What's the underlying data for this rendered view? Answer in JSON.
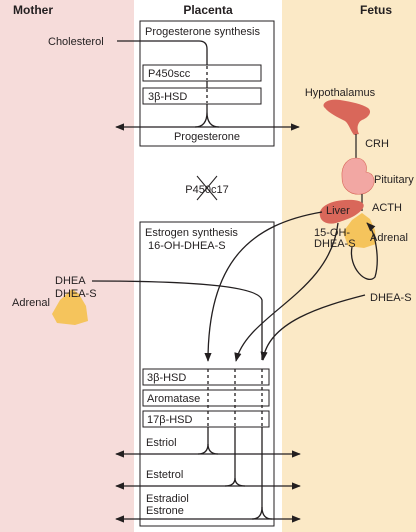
{
  "columns": {
    "mother": "Mother",
    "placenta": "Placenta",
    "fetus": "Fetus"
  },
  "colors": {
    "mother_bg": "#f6dcda",
    "placenta_bg": "#ffffff",
    "fetus_bg": "#fbe9c6",
    "line": "#231f20",
    "organ_red": "#d9675a",
    "organ_yellow": "#f5c45c"
  },
  "progesterone": {
    "title": "Progesterone synthesis",
    "input": "Cholesterol",
    "enzymes": [
      "P450scc",
      "3β-HSD"
    ],
    "output": "Progesterone"
  },
  "blocked_enzyme": "P450c17",
  "fetal": {
    "hypothalamus": "Hypothalamus",
    "crh": "CRH",
    "pituitary": "Pituitary",
    "acth": "ACTH",
    "adrenal": "Adrenal",
    "liver": "Liver",
    "liver_product": [
      "15-OH-",
      "DHEA-S"
    ],
    "dhea_s": "DHEA-S"
  },
  "maternal": {
    "adrenal": "Adrenal",
    "products": [
      "DHEA",
      "DHEA-S"
    ]
  },
  "estrogen": {
    "title": "Estrogen synthesis",
    "substrate": "16-OH-DHEA-S",
    "enzymes": [
      "3β-HSD",
      "Aromatase",
      "17β-HSD"
    ],
    "products": [
      "Estriol",
      "Estetrol",
      "Estradiol",
      "Estrone"
    ]
  }
}
